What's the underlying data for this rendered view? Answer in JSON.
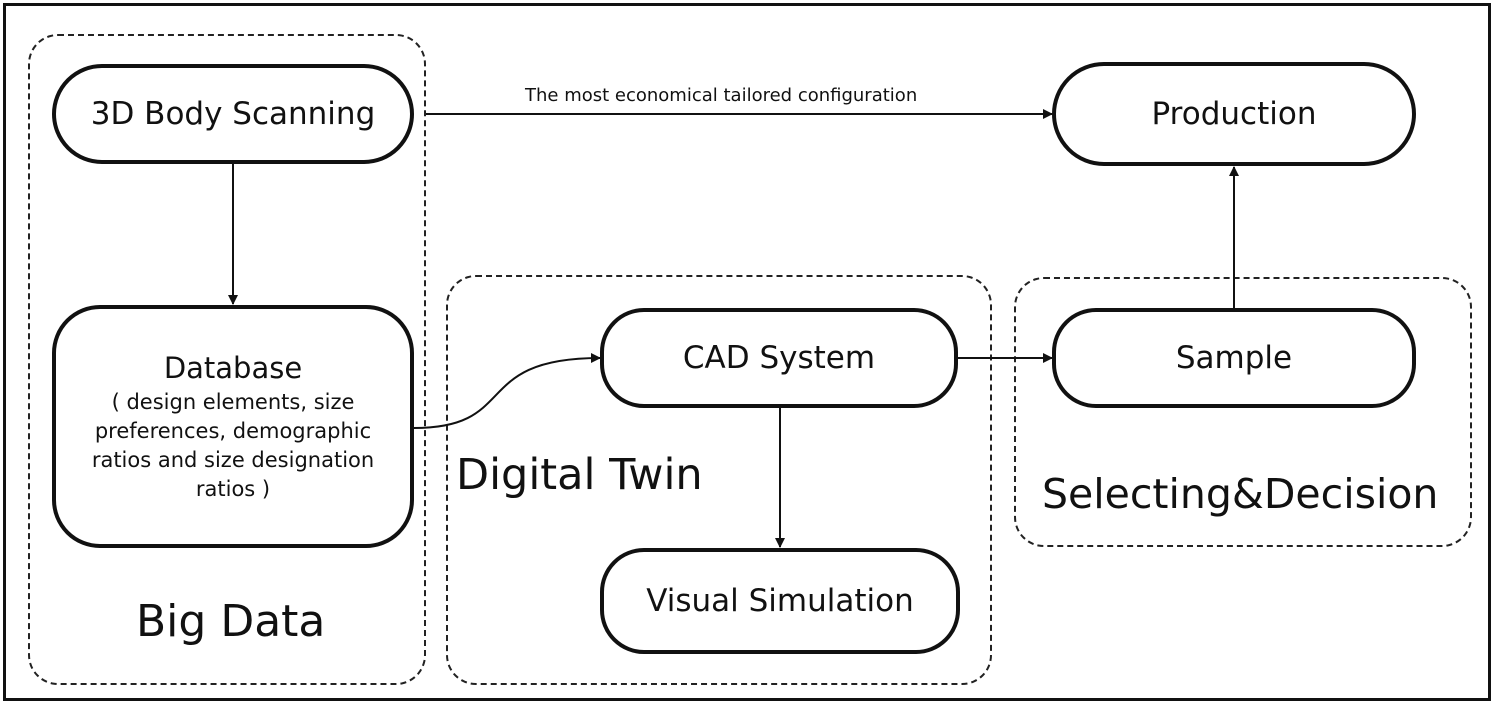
{
  "nodes": {
    "body_scanning": "3D Body Scanning",
    "database_title": "Database",
    "database_desc": "( design elements, size preferences, demographic ratios and size designation ratios )",
    "cad_system": "CAD System",
    "visual_simulation": "Visual Simulation",
    "sample": "Sample",
    "production": "Production"
  },
  "groups": {
    "big_data": "Big Data",
    "digital_twin": "Digital Twin",
    "selecting_decision": "Selecting&Decision"
  },
  "edges": {
    "scan_to_production": "The most economical tailored configuration"
  }
}
